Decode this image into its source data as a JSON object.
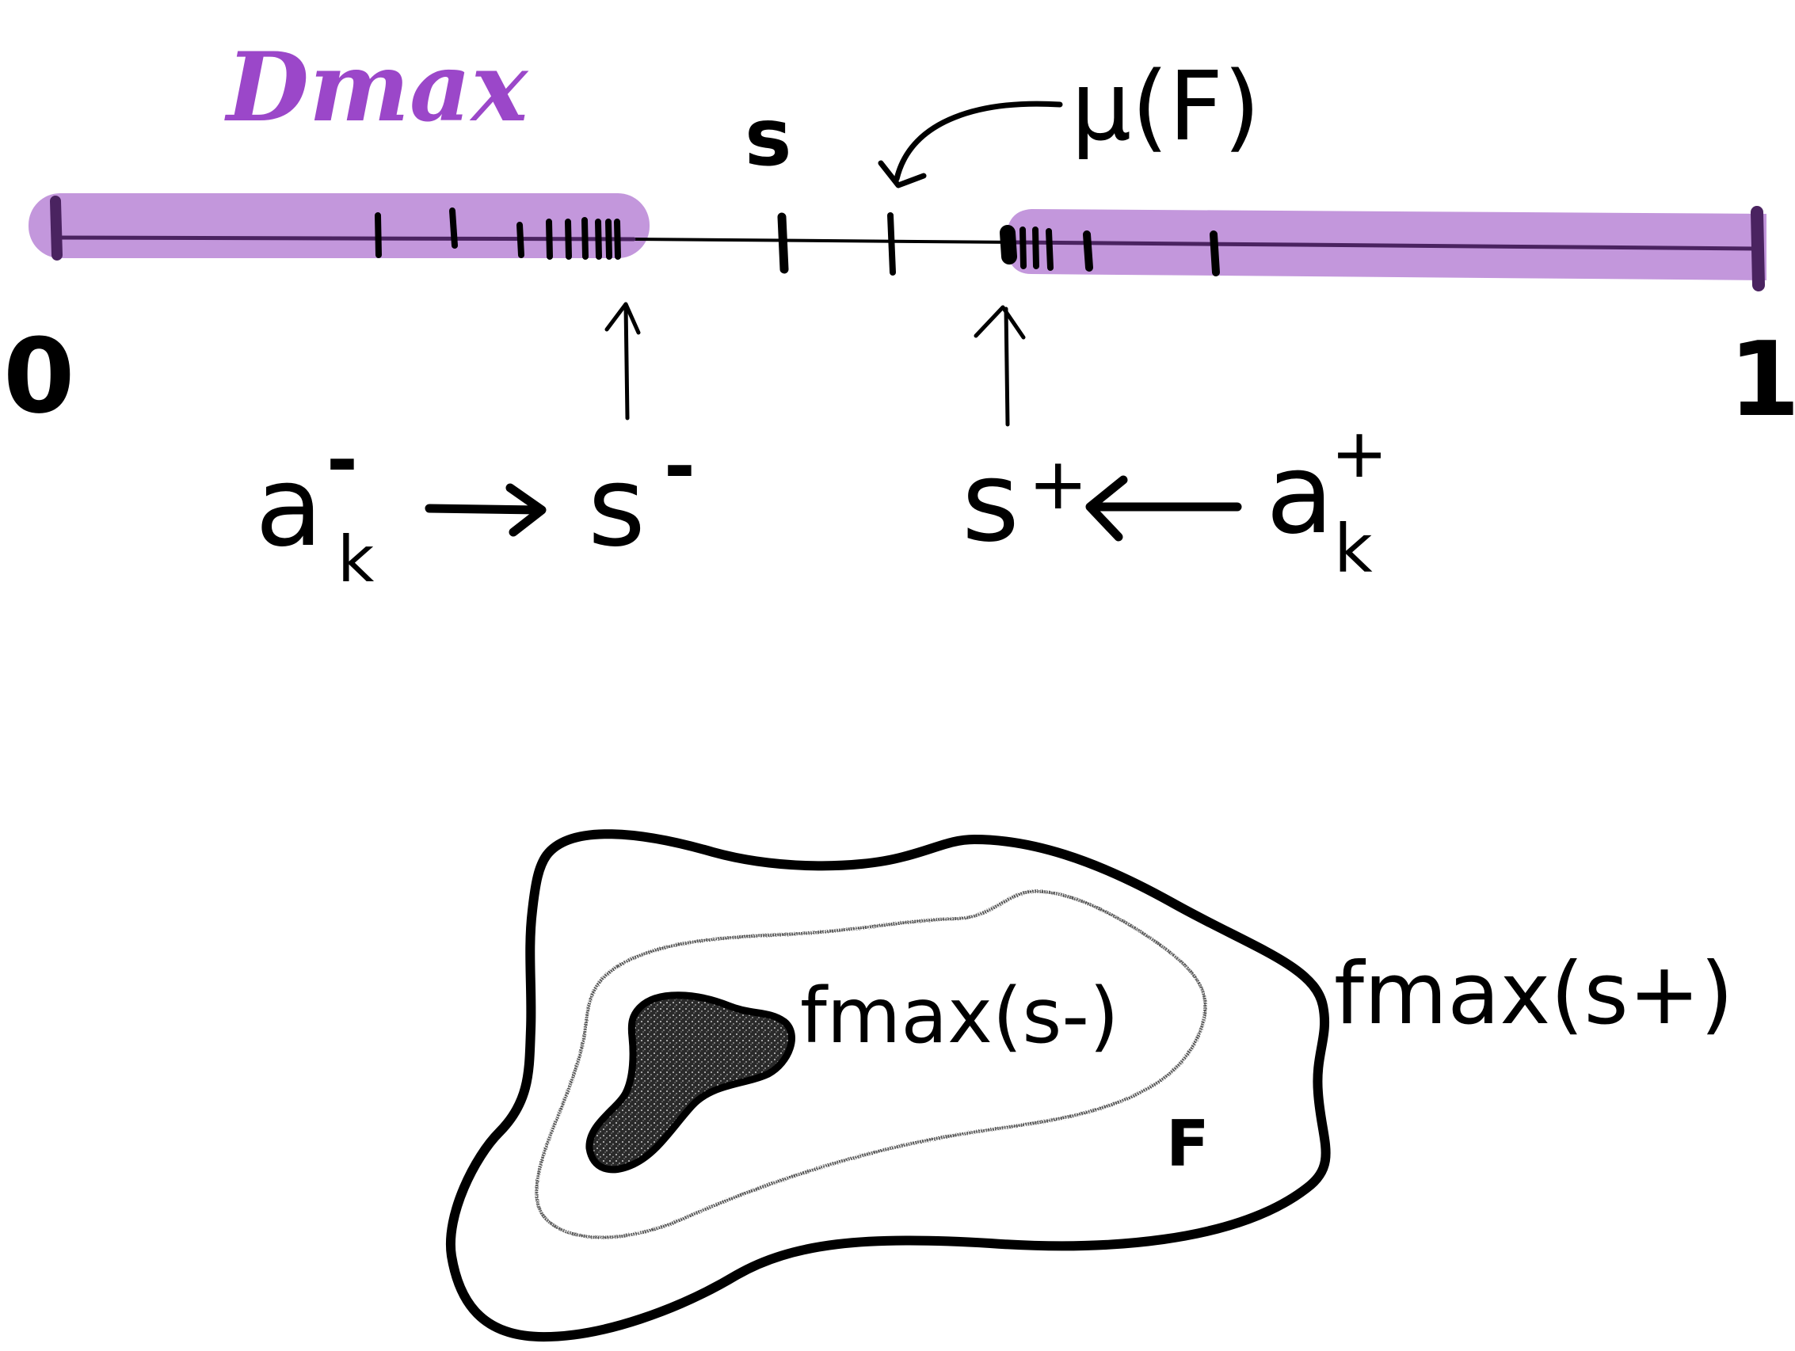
{
  "colors": {
    "ink": "#000000",
    "highlight": "#c397dc",
    "highlight_dark": "#4a2360",
    "title": "#9b47c9",
    "shading": "#2a2a2a"
  },
  "number_line": {
    "title": "Dmax",
    "label_left": "0",
    "label_right": "1",
    "label_s": "s",
    "label_mu": "μ(F)"
  },
  "limits": {
    "left": {
      "seq_base": "a",
      "seq_sub": "k",
      "seq_sup": "-",
      "arrow": "→",
      "limit_base": "s",
      "limit_sup": "-"
    },
    "right": {
      "seq_base": "a",
      "seq_sub": "k",
      "seq_sup": "+",
      "arrow": "←",
      "limit_base": "s",
      "limit_sup": "+"
    }
  },
  "sets": {
    "inner_label": "fmax(s-)",
    "outer_label": "fmax(s+)",
    "region_label": "F"
  }
}
